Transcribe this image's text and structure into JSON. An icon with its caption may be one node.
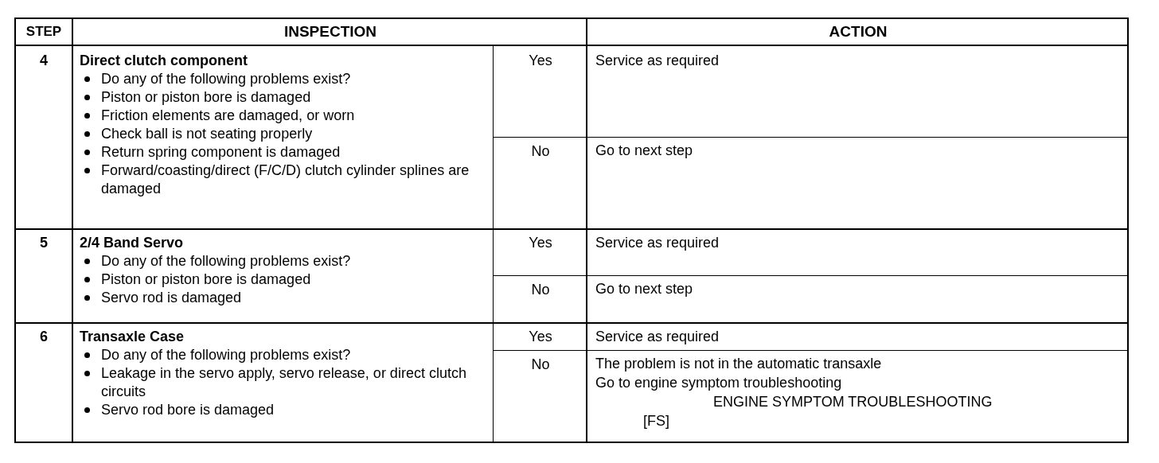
{
  "diagram": {
    "labels": [
      "STEP",
      "INSPECTION",
      "ACTION",
      "4",
      "Direct clutch component",
      "Do any of the following problems exist?",
      "Piston or piston bore is damaged",
      "Friction elements are damaged, or worn",
      "Check ball is not seating properly",
      "Return spring component is damaged",
      "Forward/coasting/direct (F/C/D) clutch cylinder splines are damaged",
      "Yes",
      "Service as required",
      "No",
      "Go to next step",
      "5",
      "2/4 Band Servo",
      "Do any of the following problems exist?",
      "Piston or piston bore is damaged",
      "Servo rod is damaged",
      "Yes",
      "Service as required",
      "No",
      "Go to next step",
      "6",
      "Transaxle Case",
      "Do any of the following problems exist?",
      "Leakage in the servo apply, servo release, or direct clutch circuits",
      "Servo rod bore is damaged",
      "Yes",
      "Service as required",
      "No",
      "The problem is not in the automatic transaxle",
      "Go to engine symptom troubleshooting",
      "ENGINE SYMPTOM TROUBLESHOOTING",
      "[FS]"
    ]
  }
}
